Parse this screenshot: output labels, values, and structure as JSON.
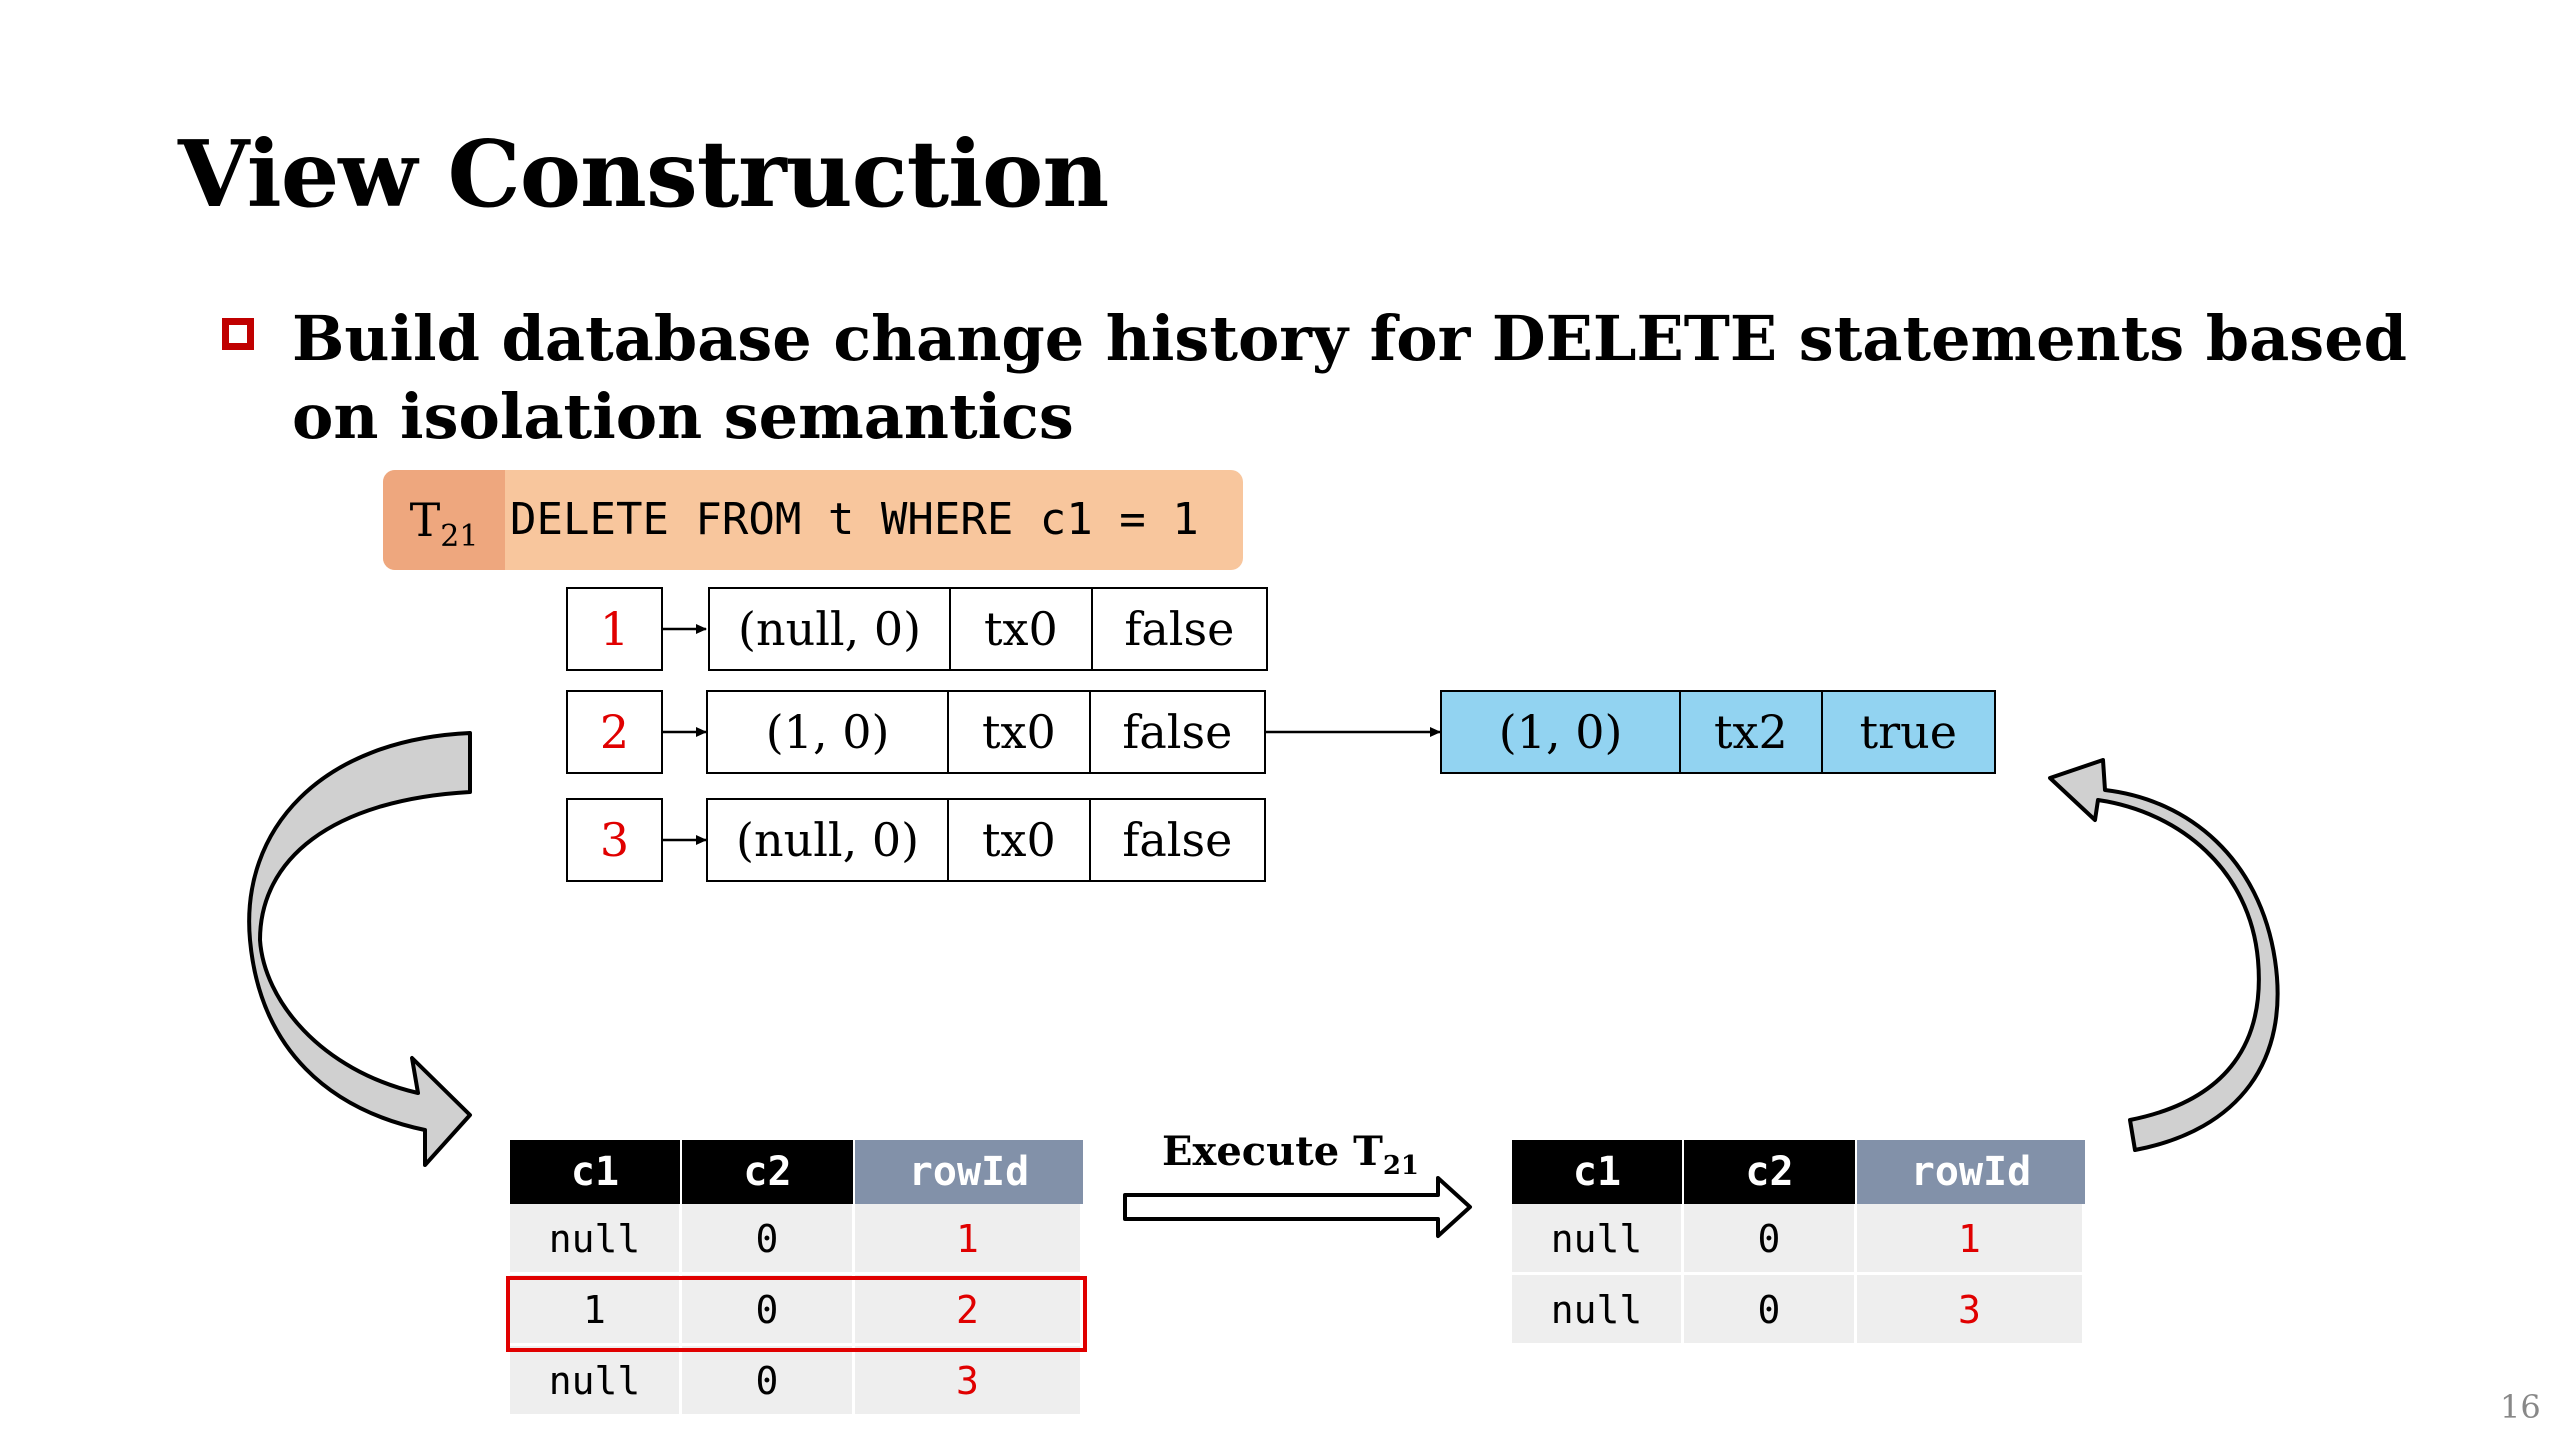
{
  "slide": {
    "title": "View Construction",
    "bullet": "Build database change history for DELETE statements based on isolation semantics",
    "page_number": "16"
  },
  "statement": {
    "tx_label": "T",
    "tx_sub": "21",
    "sql": "DELETE FROM t WHERE c1 = 1"
  },
  "history": {
    "rows": [
      {
        "row_id": "1",
        "versions": [
          {
            "value": "(null, 0)",
            "tx": "tx0",
            "deleted": "false"
          }
        ]
      },
      {
        "row_id": "2",
        "versions": [
          {
            "value": "(1, 0)",
            "tx": "tx0",
            "deleted": "false"
          },
          {
            "value": "(1, 0)",
            "tx": "tx2",
            "deleted": "true"
          }
        ]
      },
      {
        "row_id": "3",
        "versions": [
          {
            "value": "(null, 0)",
            "tx": "tx0",
            "deleted": "false"
          }
        ]
      }
    ]
  },
  "before_table": {
    "headers": [
      "c1",
      "c2",
      "rowId"
    ],
    "rows": [
      [
        "null",
        "0",
        "1"
      ],
      [
        "1",
        "0",
        "2"
      ],
      [
        "null",
        "0",
        "3"
      ]
    ],
    "highlighted_row": 1
  },
  "execute": {
    "label": "Execute T",
    "label_sub": "21"
  },
  "after_table": {
    "headers": [
      "c1",
      "c2",
      "rowId"
    ],
    "rows": [
      [
        "null",
        "0",
        "1"
      ],
      [
        "null",
        "0",
        "3"
      ]
    ]
  },
  "colors": {
    "accent_red": "#c00000",
    "stmt_bg": "#f8c69d",
    "stmt_tag_bg": "#eea77e",
    "new_version_bg": "#92d3f1",
    "rowid_header_bg": "#8291a9",
    "arrow_fill": "#d0d0d0"
  }
}
